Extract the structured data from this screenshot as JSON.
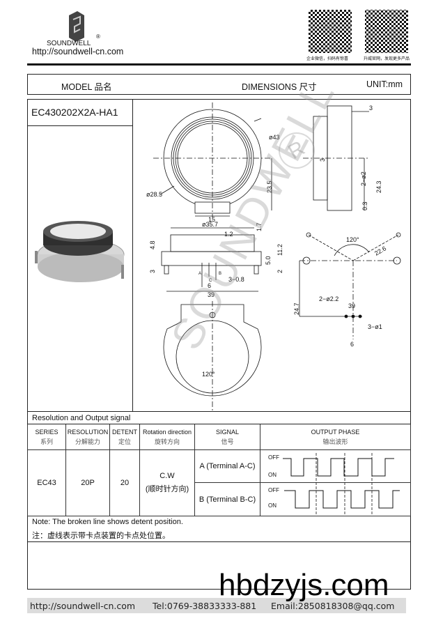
{
  "header": {
    "brand": "SOUNDWELL",
    "registered_mark": "®",
    "website": "http://soundwell-cn.com",
    "qr_captions": [
      "企业微信，扫码有惊喜",
      "升威官网，发现更多产品"
    ]
  },
  "title_bar": {
    "model_label": "MODEL 品名",
    "dimensions_label": "DIMENSIONS 尺寸",
    "unit_label": "UNIT:mm"
  },
  "model_number": "EC430202X2A-HA1",
  "dimensions": {
    "d43": "ø43",
    "d28_5": "ø28.5",
    "h23_5": "23.5",
    "w15": "15",
    "s3": "3",
    "s3b": "3",
    "s2_d2": "2−ø2",
    "s24_3": "24.3",
    "s0_3": "0.3",
    "d35_7": "ø35.7",
    "s1_2": "1.2",
    "s1_7": "1.7",
    "s4_8": "4.8",
    "s11_2": "11.2",
    "s5_0": "5.0",
    "s2": "2",
    "s3c": "3",
    "pin_a": "A",
    "pin_c": "C",
    "pin_b": "B",
    "s3_0_8": "3−0.8",
    "s6": "6",
    "s39": "39",
    "angle": "120°",
    "r22_6": "22.6",
    "s2_d2_2": "2−ø2.2",
    "s39b": "39",
    "s24_7": "24.7",
    "s3_d1": "3−ø1",
    "s6b": "6",
    "angle_bottom": "120°"
  },
  "watermark": {
    "brand": "SOUNDWELL",
    "registered": "R",
    "site": "hbdzyjs.com"
  },
  "spec_table": {
    "section_title": "Resolution and Output signal",
    "columns": [
      {
        "en": "SERIES",
        "cn": "系列"
      },
      {
        "en": "RESOLUTION",
        "cn": "分解能力"
      },
      {
        "en": "DETENT",
        "cn": "定位"
      },
      {
        "en": "Rotation direction",
        "cn": "旋转方向"
      },
      {
        "en": "SIGNAL",
        "cn": "信号"
      },
      {
        "en": "OUTPUT PHASE",
        "cn": "输出波形"
      }
    ],
    "row": {
      "series": "EC43",
      "resolution": "20P",
      "detent": "20",
      "rotation": "C.W",
      "rotation_cn": "(顺时针方向)",
      "signal_a": "A (Terminal A-C)",
      "signal_b": "B (Terminal B-C)",
      "off": "OFF",
      "on": "ON"
    },
    "note_en": "Note: The broken line shows detent position.",
    "note_cn": "注：虚线表示带卡点装置的卡点处位置。"
  },
  "footer": {
    "website": "http://soundwell-cn.com",
    "tel": "Tel:0769-38833333-881",
    "email": "Email:2850818308@qq.com"
  }
}
